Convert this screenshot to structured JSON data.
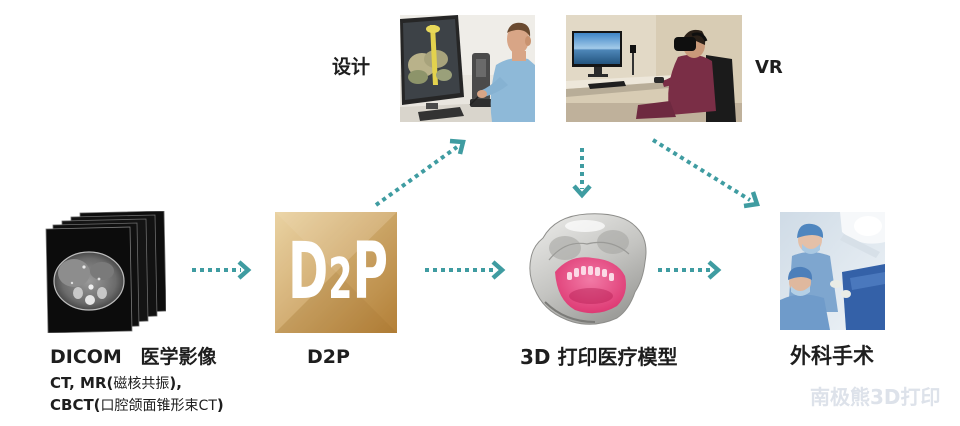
{
  "colors": {
    "arrow": "#3f9ca1",
    "label_text": "#1e1e1e",
    "watermark": "#dde2ea",
    "d2p_logo_light": "#e9d09d",
    "d2p_logo_dark": "#b8833a",
    "model_pink": "#dc3570"
  },
  "nodes": {
    "design": {
      "label": "设计"
    },
    "vr": {
      "label": "VR"
    },
    "dicom": {
      "title": "DICOM 医学影像",
      "line1": {
        "lead": "CT, MR(",
        "note": "磁核共振",
        "tail": "),"
      },
      "line2": {
        "lead": "CBCT(",
        "note": "口腔颌面锥形束CT",
        "tail": ")"
      }
    },
    "d2p": {
      "label": "D2P",
      "logo": {
        "d": "D",
        "two": "2",
        "p": "P"
      }
    },
    "model": {
      "label": "3D 打印医疗模型"
    },
    "surgery": {
      "label": "外科手术"
    }
  },
  "watermark": "南极熊3D打印"
}
